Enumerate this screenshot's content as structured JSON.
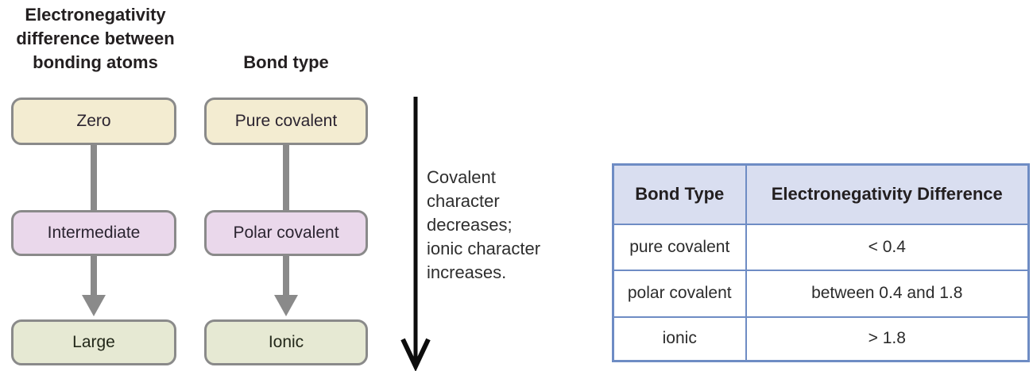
{
  "diagram": {
    "left_column_header": {
      "full_text": "Electronegativity difference between bonding atoms",
      "lines": [
        "Electronegativity",
        "difference between",
        "bonding atoms"
      ]
    },
    "right_column_header": "Bond type",
    "electronegativity_boxes": [
      {
        "label": "Zero",
        "fill": "#f3ecd1"
      },
      {
        "label": "Intermediate",
        "fill": "#ead8eb"
      },
      {
        "label": "Large",
        "fill": "#e6e9d3"
      }
    ],
    "bond_type_boxes": [
      {
        "label": "Pure covalent",
        "fill": "#f3ecd1"
      },
      {
        "label": "Polar covalent",
        "fill": "#ead8eb"
      },
      {
        "label": "Ionic",
        "fill": "#e6e9d3"
      }
    ],
    "trend_note": {
      "full_text": "Covalent character decreases; ionic character increases.",
      "lines": [
        "Covalent",
        "character",
        "decreases;",
        "ionic character",
        "increases."
      ]
    },
    "colors": {
      "box_border_gray": "#8a8a8a",
      "connector_gray": "#8a8a8a",
      "trend_arrow_black": "#0d0d0d",
      "cream_fill": "#f3ecd1",
      "lavender_fill": "#ead8eb",
      "green_fill": "#e6e9d3",
      "text_dark": "#231f20"
    }
  },
  "table": {
    "headers": [
      "Bond Type",
      "Electronegativity Difference"
    ],
    "rows": [
      {
        "bond_type": "pure covalent",
        "difference": "< 0.4"
      },
      {
        "bond_type": "polar covalent",
        "difference": "between 0.4 and 1.8"
      },
      {
        "bond_type": "ionic",
        "difference": "> 1.8"
      }
    ],
    "colors": {
      "border_blue": "#6e8cc4",
      "header_fill": "#d9def0"
    }
  }
}
